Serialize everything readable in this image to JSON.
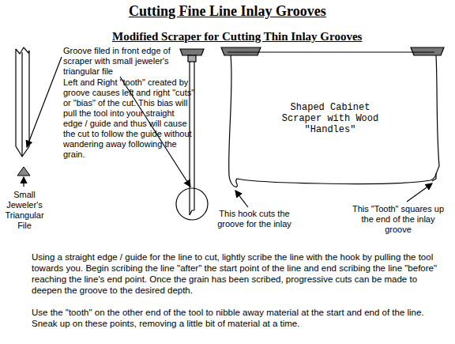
{
  "diagram": {
    "title": "Cutting Fine Line Inlay Grooves",
    "nodes": [
      {
        "text": [
          "Shaped Cabinet Scraper with Wood \"Handles\""
        ]
      }
    ],
    "labels": [
      "Modified Scraper for Cutting Thin Inlay Grooves",
      "Groove filed in front edge of scraper with small jeweler's triangular file",
      "Left and Right \"tooth\" created by groove causes left and right \"cuts\" or \"bias\" of the cut. This bias will pull the tool into your straight edge / guide and thus will cause the cut to follow  the guide without wandering away following the grain.",
      "Small Jeweler's Triangular File",
      "This hook cuts the groove for the inlay",
      "This \"Tooth\" squares up the end of the inlay groove",
      "Using a straight edge /  guide for the line to cut, lightly scribe the line with the hook by pulling the tool towards you.  Begin scribing the line \"after\" the start point of the line and end scribing the line \"before\" reaching the line's end point.  Once the grain has been scribed, progressive cuts can be made to deepen the groove to the desired depth.",
      "Use the \"tooth\" on the other end of the tool to nibble away material at the start and end of the line.  Sneak up on these points, removing a little bit of material at a time."
    ]
  }
}
